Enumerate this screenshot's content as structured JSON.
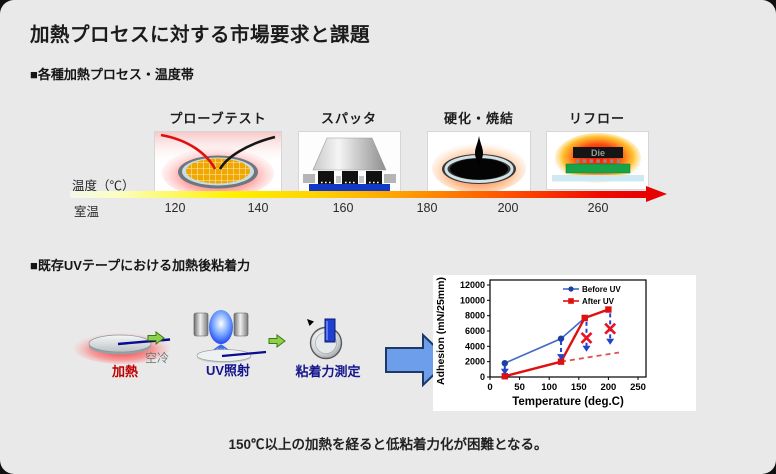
{
  "title": "加熱プロセスに対する市場要求と課題",
  "processes": {
    "heading": "■各種加熱プロセス・温度帯",
    "items": [
      {
        "label": "プローブテスト"
      },
      {
        "label": "スパッタ"
      },
      {
        "label": "硬化・焼結"
      },
      {
        "label": "リフロー",
        "die_text": "Die"
      }
    ],
    "axis": {
      "y_label": "温度（℃）",
      "origin": "室温",
      "ticks": [
        "120",
        "140",
        "160",
        "180",
        "200",
        "260"
      ]
    }
  },
  "adhesion": {
    "heading": "■既存UVテープにおける加熱後粘着力",
    "steps": [
      {
        "label": "加熱"
      },
      {
        "label": "UV照射"
      },
      {
        "label": "粘着力測定"
      }
    ],
    "connector_sublabel": "空冷"
  },
  "chart_data": {
    "type": "line",
    "title": "",
    "xlabel": "Temperature (deg.C)",
    "ylabel": "Adhesion (mN/25mm)",
    "xlim": [
      0,
      250
    ],
    "ylim": [
      0,
      12000
    ],
    "x_ticks": [
      0,
      50,
      100,
      150,
      200,
      250
    ],
    "y_ticks": [
      0,
      2000,
      4000,
      6000,
      8000,
      10000,
      12000
    ],
    "grid": false,
    "legend_position": "top-right",
    "series": [
      {
        "name": "Before UV",
        "marker": "circle",
        "line_color": "#4169c8",
        "marker_color": "#1f3fa0",
        "points": [
          [
            25,
            1800
          ],
          [
            120,
            5000
          ],
          [
            160,
            7700
          ]
        ]
      },
      {
        "name": "After UV",
        "marker": "square",
        "line_color": "#e01010",
        "marker_color": "#e01010",
        "points": [
          [
            25,
            100
          ],
          [
            120,
            2000
          ],
          [
            160,
            7700
          ],
          [
            200,
            8800
          ]
        ]
      }
    ],
    "annotations": {
      "drop_arrows": [
        {
          "x": 25,
          "from": 1500,
          "to": 300
        },
        {
          "x": 120,
          "from": 4700,
          "to": 2200
        },
        {
          "x": 163,
          "from": 7200,
          "to": 3300
        },
        {
          "x": 203,
          "from": 8300,
          "to": 4200
        }
      ],
      "x_marks": [
        {
          "x": 163,
          "y": 5100
        },
        {
          "x": 203,
          "y": 6300
        }
      ],
      "dashed_line": {
        "color": "#e05050",
        "points": [
          [
            120,
            2000
          ],
          [
            218,
            3200
          ]
        ]
      }
    }
  },
  "footer": {
    "note": "150℃以上の加熱を経ると低粘着力化が困難となる。"
  }
}
